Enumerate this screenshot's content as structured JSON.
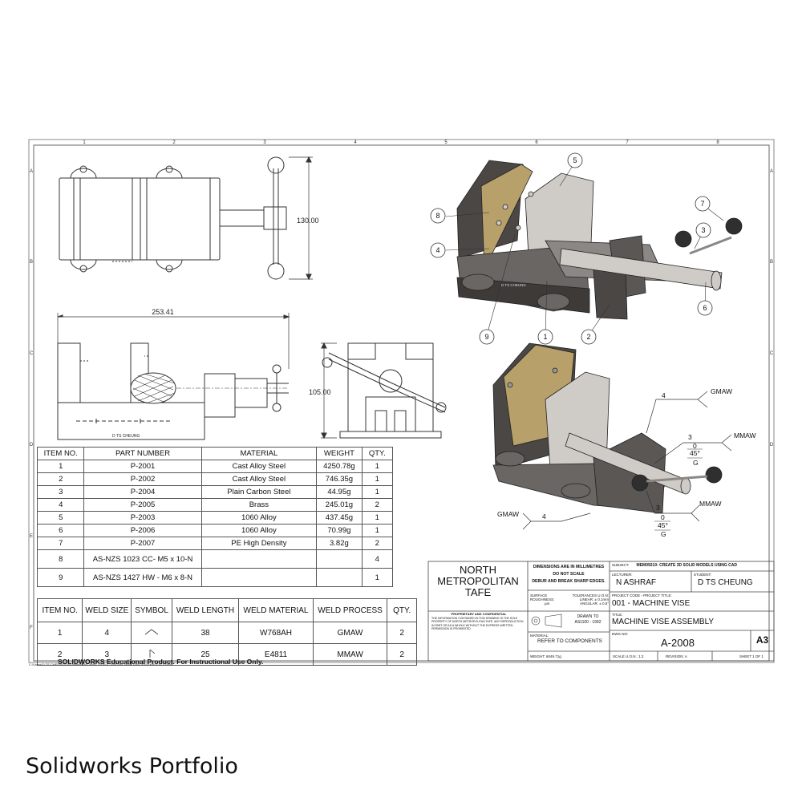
{
  "grid": {
    "cols": [
      "1",
      "2",
      "3",
      "4",
      "5",
      "6",
      "7",
      "8"
    ],
    "rows": [
      "A",
      "B",
      "C",
      "D",
      "E",
      "F"
    ]
  },
  "dimensions": {
    "height_top": "130.00",
    "width_front": "253.41",
    "height_side": "105.00"
  },
  "part_stamp": "D TS CHEUNG",
  "balloons": [
    "1",
    "2",
    "3",
    "4",
    "5",
    "6",
    "7",
    "8",
    "9"
  ],
  "weld_callouts": {
    "gmaw_top": "GMAW",
    "mmaw_top": "MMAW",
    "mmaw_bottom": "MMAW",
    "gmaw_left": "GMAW",
    "size_4a": "4",
    "size_4b": "4",
    "size_3a": "3",
    "size_3b": "3",
    "zero_a": "0",
    "zero_b": "0",
    "angle_a": "45°",
    "angle_b": "45°",
    "g_a": "G",
    "g_b": "G"
  },
  "bom": {
    "headers": [
      "ITEM NO.",
      "PART NUMBER",
      "MATERIAL",
      "WEIGHT",
      "QTY."
    ],
    "rows": [
      [
        "1",
        "P-2001",
        "Cast Alloy Steel",
        "4250.78g",
        "1"
      ],
      [
        "2",
        "P-2002",
        "Cast Alloy Steel",
        "746.35g",
        "1"
      ],
      [
        "3",
        "P-2004",
        "Plain Carbon Steel",
        "44.95g",
        "1"
      ],
      [
        "4",
        "P-2005",
        "Brass",
        "245.01g",
        "2"
      ],
      [
        "5",
        "P-2003",
        "1060 Alloy",
        "437.45g",
        "1"
      ],
      [
        "6",
        "P-2006",
        "1060 Alloy",
        "70.99g",
        "1"
      ],
      [
        "7",
        "P-2007",
        "PE High Density",
        "3.82g",
        "2"
      ],
      [
        "8",
        "AS-NZS 1023 CC- M5 x 10-N",
        "",
        "",
        "4"
      ],
      [
        "9",
        "AS-NZS 1427 HW - M6 x 8-N",
        "",
        "",
        "1"
      ]
    ]
  },
  "weld_table": {
    "headers": [
      "ITEM NO.",
      "WELD SIZE",
      "SYMBOL",
      "WELD LENGTH",
      "WELD MATERIAL",
      "WELD PROCESS",
      "QTY."
    ],
    "rows": [
      [
        "1",
        "4",
        "",
        "38",
        "W768AH",
        "GMAW",
        "2"
      ],
      [
        "2",
        "3",
        "",
        "25",
        "E4811",
        "MMAW",
        "2"
      ]
    ]
  },
  "title_block": {
    "org_line1": "NORTH",
    "org_line2": "METROPOLITAN",
    "org_line3": "TAFE",
    "proprietary_title": "PROPRIETARY AND CONFIDENTIAL",
    "proprietary_text": "THE INFORMATION CONTAINED IN THIS DRAWING IS THE SOLE PROPERTY OF NORTH METROPOLITAN TAFE. ANY REPRODUCTION IN PART OR AS A WHOLE WITHOUT THE EXPRESS WRITTEN PERMISSION IS PROHIBITED.",
    "dims_note1": "DIMENSIONS ARE IN MILLIMETRES",
    "dims_note2": "DO NOT SCALE",
    "dims_note3": "DEBUR AND BREAK SHARP EDGES.",
    "surface_label": "SURFACE ROUGHNESS:",
    "surface_val": "µm",
    "tol_label": "TOLERANCES U.O.N:",
    "tol_linear": "LINEAR: ± 0.1mm",
    "tol_angular": "ANGULAR: ± 0.5°",
    "drawn_to1": "DRAWN TO",
    "drawn_to2": "AS1100 - 1992",
    "material_label": "MATERIAL:",
    "material_val": "REFER TO COMPONENTS",
    "weight_label": "WEIGHT: 6049.71g",
    "subject_label": "SUBJECT:",
    "subject_val": "MEM09210: CREATE 3D SOLID MODELS USING CAD",
    "lecturer_label": "LECTURER:",
    "lecturer_val": "N ASHRAF",
    "student_label": "STUDENT:",
    "student_val": "D TS CHEUNG",
    "project_label": "PROJECT CODE - PROJECT TITLE:",
    "project_val": "001 - MACHINE VISE",
    "title_label": "TITLE:",
    "title_val": "MACHINE VISE ASSEMBLY",
    "dwg_label": "DWG NO:",
    "dwg_val": "A-2008",
    "size_val": "A3",
    "scale_label": "SCALE U.O.N.: 1:2",
    "revision_label": "REVISION: A",
    "sheet_label": "SHEET 1 OF 1"
  },
  "watermark": "SOLIDWORKS Educational Product. For Instructional Use Only.",
  "file_path": "C:\\Users\\D TS CHEUNG\\Documents\\MACHINE VISE\\A-2008 MACHINE VISE ASSEMBLY.SLDDRW",
  "caption": "Solidworks Portfolio",
  "colors": {
    "line": "#333333",
    "body_dark": "#4a4745",
    "body_mid": "#6a6663",
    "jaw_light": "#cfccc8",
    "brass": "#b8a06a",
    "handle": "#2f2f2f"
  }
}
